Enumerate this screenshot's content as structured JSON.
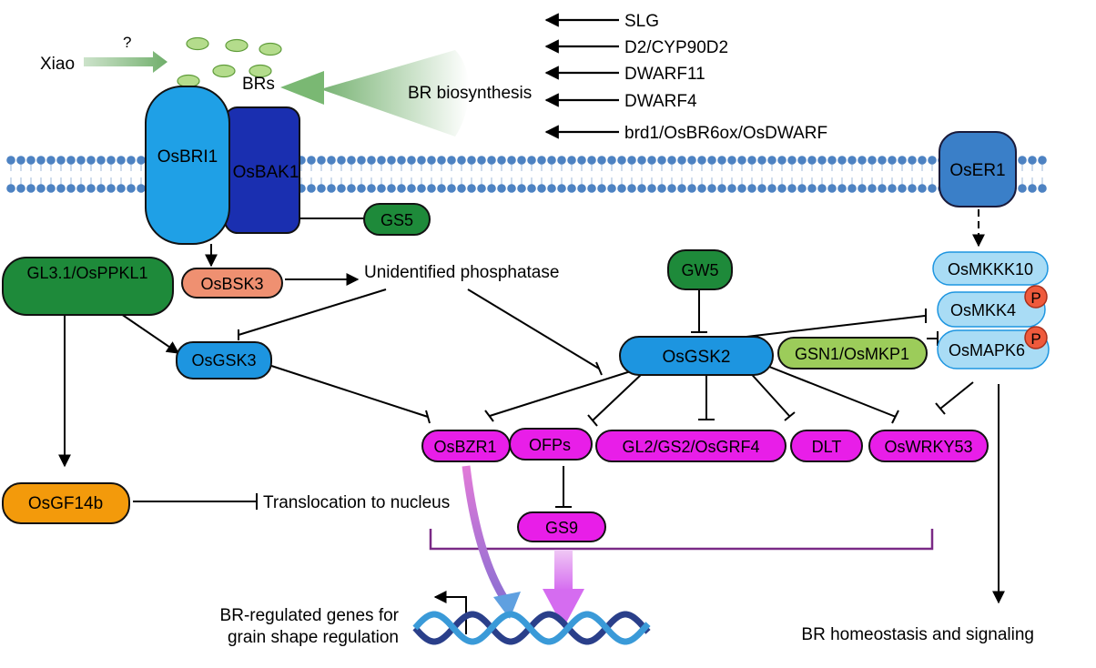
{
  "top_left": {
    "xiao": "Xiao",
    "question": "?",
    "brs": "BRs",
    "br_biosynthesis": "BR biosynthesis"
  },
  "biosynthesis_genes": [
    "SLG",
    "D2/CYP90D2",
    "DWARF11",
    "DWARF4",
    "brd1/OsBR6ox/OsDWARF"
  ],
  "receptors": {
    "osbri1": "OsBRI1",
    "osbak1": "OsBAK1",
    "oser1": "OsER1"
  },
  "nodes": {
    "gs5": "GS5",
    "gl31": "GL3.1/OsPPKL1",
    "osbsk3": "OsBSK3",
    "phosphatase": "Unidentified phosphatase",
    "gw5": "GW5",
    "osgsk3": "OsGSK3",
    "osgsk2": "OsGSK2",
    "gsn1": "GSN1/OsMKP1",
    "osmkkk10": "OsMKKK10",
    "osmkk4": "OsMKK4",
    "osmapk6": "OsMAPK6",
    "phospho_p": "P"
  },
  "targets": {
    "osbzr1": "OsBZR1",
    "ofps": "OFPs",
    "gl2": "GL2/GS2/OsGRF4",
    "dlt": "DLT",
    "oswrky53": "OsWRKY53",
    "gs9": "GS9"
  },
  "bottom": {
    "osgf14b": "OsGF14b",
    "translocation": "Translocation to nucleus",
    "genes_line1": "BR-regulated genes for",
    "genes_line2": "grain shape regulation",
    "homeostasis": "BR homeostasis and signaling"
  },
  "colors": {
    "receptor_light": "#1fa0e6",
    "receptor_dark": "#1a2fb0",
    "oser1": "#3a7fc8",
    "green_dark": "#1e8a3a",
    "green_light": "#9ccc5a",
    "salmon": "#ef9071",
    "blue_node": "#1d95e0",
    "mapk_light": "#a9dcf5",
    "magenta": "#e81ee8",
    "orange": "#f39a0b",
    "phospho": "#ef5a3c",
    "membrane": "#4d82c2",
    "bracket": "#7a2a86"
  }
}
